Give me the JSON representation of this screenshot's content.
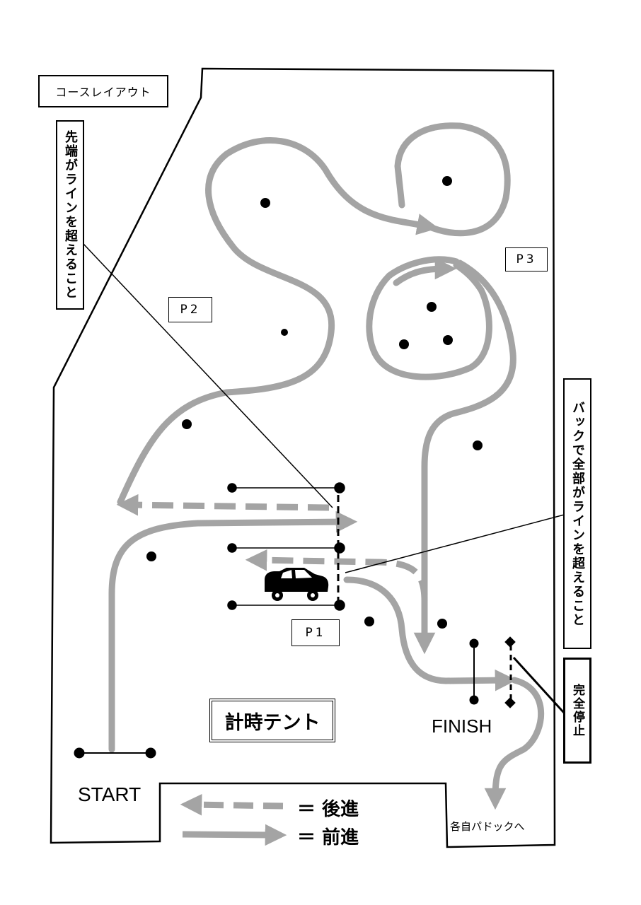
{
  "title": "コースレイアウト",
  "note_front": "先端がラインを超えること",
  "note_back": "バックで全部がラインを超えること",
  "note_stop": "完全停止",
  "points": {
    "p1": "P1",
    "p2": "P2",
    "p3": "P3"
  },
  "start_label": "START",
  "finish_label": "FINISH",
  "timing_tent": "計時テント",
  "paddock_label": "各自パドックへ",
  "legend": {
    "reverse": "＝ 後進",
    "forward": "＝ 前進"
  },
  "colors": {
    "path": "#a4a4a4",
    "ink": "#000000",
    "background": "#ffffff"
  }
}
